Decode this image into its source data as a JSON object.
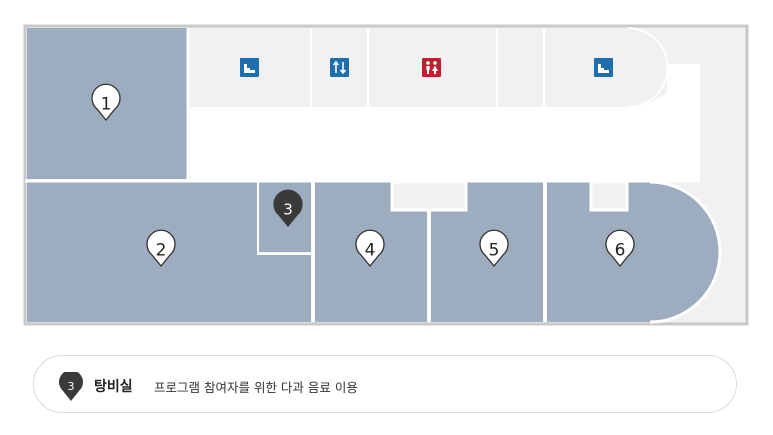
{
  "rooms": [
    {
      "number": "1"
    },
    {
      "number": "2"
    },
    {
      "number": "3"
    },
    {
      "number": "4"
    },
    {
      "number": "5"
    },
    {
      "number": "6"
    }
  ],
  "facilities": [
    {
      "icon": "stairs-icon",
      "color": "#1f6fae"
    },
    {
      "icon": "elevator-icon",
      "color": "#1f6fae"
    },
    {
      "icon": "restroom-icon",
      "color": "#b8232f"
    },
    {
      "icon": "stairs-icon",
      "color": "#1f6fae"
    }
  ],
  "colors": {
    "room_fill": "#9dadbf",
    "corridor_fill": "#f1f1f3",
    "selected_pin": "#3a3a3a"
  },
  "legend": {
    "number": "3",
    "title": "탕비실",
    "description": "프로그램 참여자를 위한 다과 음료 이용"
  }
}
